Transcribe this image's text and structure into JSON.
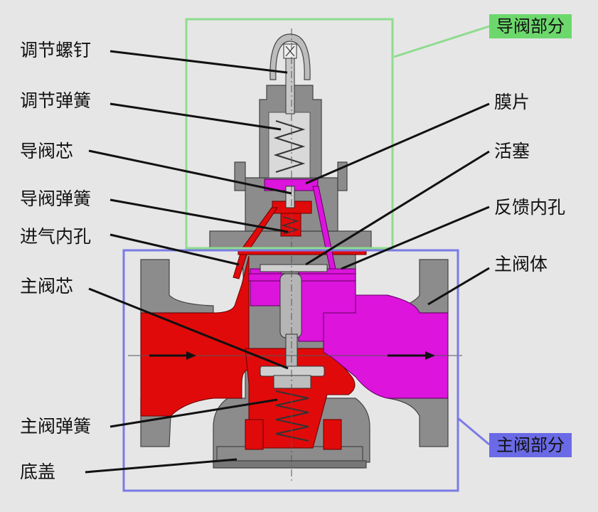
{
  "labels": {
    "adjust_screw": "调节螺钉",
    "adjust_spring": "调节弹簧",
    "pilot_core": "导阀芯",
    "pilot_spring": "导阀弹簧",
    "inlet_hole": "进气内孔",
    "main_core": "主阀芯",
    "main_spring": "主阀弹簧",
    "bottom_cover": "底盖",
    "diaphragm": "膜片",
    "piston": "活塞",
    "feedback_hole": "反馈内孔",
    "main_body": "主阀体"
  },
  "groups": {
    "pilot": "导阀部分",
    "main": "主阀部分"
  },
  "colors": {
    "background": "#e6e6e6",
    "body": "#8c8c8c",
    "inlet_red": "#e10a0a",
    "pilot_magenta": "#dc14dc",
    "pilot_box": "#8edc8e",
    "main_box": "#7a7ae6",
    "pilot_tag": "#6cd86c",
    "main_tag": "#6a6ae6"
  }
}
